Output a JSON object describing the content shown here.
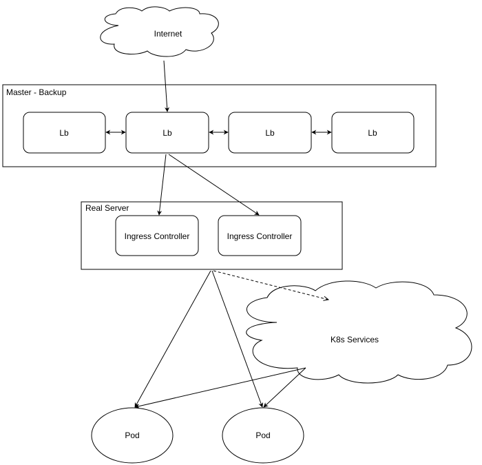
{
  "internet": {
    "label": "Internet"
  },
  "master_group": {
    "label": "Master - Backup"
  },
  "load_balancers": [
    {
      "label": "Lb"
    },
    {
      "label": "Lb"
    },
    {
      "label": "Lb"
    },
    {
      "label": "Lb"
    }
  ],
  "real_server_group": {
    "label": "Real Server"
  },
  "ingress_controllers": [
    {
      "label": "Ingress Controller"
    },
    {
      "label": "Ingress Controller"
    }
  ],
  "k8s_services": {
    "label": "K8s Services"
  },
  "pods": [
    {
      "label": "Pod"
    },
    {
      "label": "Pod"
    }
  ]
}
